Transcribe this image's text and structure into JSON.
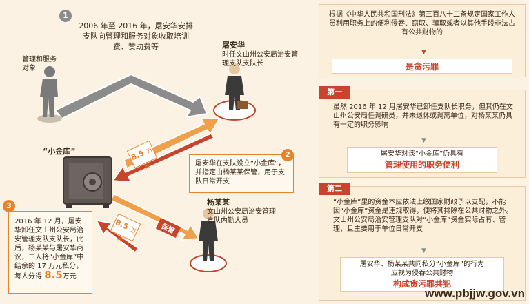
{
  "left": {
    "step1": {
      "num": "1",
      "text": "2006 年至 2016 年，屠安华安排支队向管理和服务对象收取培训费、赞助费等"
    },
    "service_label": "管理和服务对象",
    "person_tu": {
      "name": "屠安华",
      "title": "时任文山州公安局治安管理支队支队长"
    },
    "vault_label": "“小金库”",
    "step2": {
      "num": "2",
      "text": "屠安华在支队设立“小金库”，并指定由杨某某保管，用于支队日常开支"
    },
    "person_yang": {
      "name": "杨某某",
      "title": "文山州公安局治安管理支队内勤人员"
    },
    "step3": {
      "num": "3",
      "text": "2016 年 12 月，屠安华卸任文山州公安局治安管理支队支队长，此后，杨某某与屠安华商议，二人将“小金库”中结余的 17 万元私分，每人分得",
      "amount": "8.5",
      "unit": "万元"
    },
    "amount_tag_upper": {
      "amount": "8.5",
      "unit": "万元"
    },
    "amount_tag_lower": {
      "amount": "8.5",
      "unit": "万元"
    },
    "keep_tag": "保管"
  },
  "right": {
    "box1": {
      "text": "根据《中华人民共和国刑法》第三百八十二条规定国家工作人员利用职务上的便利侵吞、窃取、骗取或者以其他手段非法占有公共财物的",
      "result": "是贪污罪"
    },
    "box2": {
      "tab": "第一",
      "text": "虽然 2016 年 12 月屠安华已卸任支队长职务，但其仍在文山州公安局任调研员，并未退休或调离单位，对杨某某仍具有一定的职务影响",
      "result_line1": "屠安华对该“小金库”仍具有",
      "result_line2": "管理使用的职务便利"
    },
    "box3": {
      "tab": "第二",
      "text": "“小金库”里的资金本应依法上缴国家财政予以支配，不能因“小金库”资金是违规取得，便将其排除在公共财物之外。文山州公安局治安管理支队对“小金库”资金实际占有、管理，且主要用于单位日常开支",
      "result_line1": "屠安华、杨某某共同私分“小金库”的行为",
      "result_line2": "应视为侵吞公共财物",
      "result_line3": "构成贪污罪共犯"
    }
  },
  "watermark": "www.pbjjw.gov.vn",
  "colors": {
    "orange": "#e8832a",
    "red": "#c7452a",
    "arrow_gray": "#8c8c8c",
    "bg": "#fbf2e4"
  }
}
